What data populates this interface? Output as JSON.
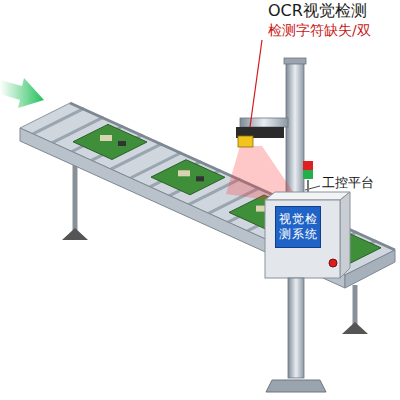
{
  "diagram": {
    "nodes": [
      {
        "text": [
          "视觉检测系统"
        ]
      }
    ],
    "labels": [
      "OCR视觉检测",
      "检测字符缺失/双",
      "工控平台"
    ]
  }
}
